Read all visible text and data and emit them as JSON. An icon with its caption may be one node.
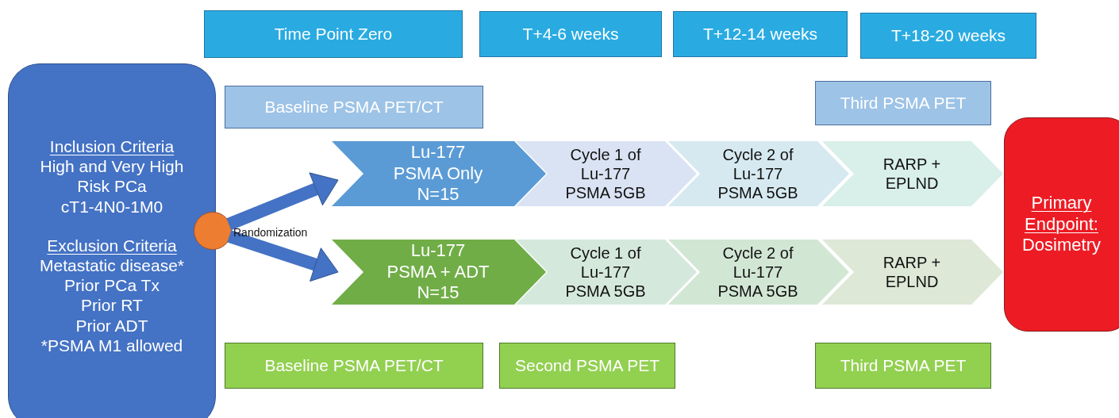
{
  "diagram": {
    "nodes": [
      {
        "text": [
          "Time Point Zero"
        ]
      },
      {
        "text": [
          "T+4-6 weeks"
        ]
      },
      {
        "text": [
          "T+12-14 weeks"
        ]
      },
      {
        "text": [
          "T+18-20 weeks"
        ]
      },
      {
        "text": [
          "Baseline PSMA PET/CT"
        ]
      },
      {
        "text": [
          "Third PSMA PET"
        ]
      },
      {
        "text": [
          "Inclusion Criteria",
          "High and Very High Risk PCa",
          "cT1-4N0-1M0",
          "Exclusion Criteria",
          "Metastatic disease*",
          "Prior PCa Tx",
          "Prior RT",
          "Prior ADT",
          "*PSMA M1 allowed"
        ]
      },
      {
        "text": [],
        "shape": "circle",
        "beside": [
          "Randomization"
        ]
      },
      {
        "text": [
          "Lu-177 PSMA Only N=15"
        ]
      },
      {
        "text": [
          "Cycle 1 of Lu-177 PSMA 5GB"
        ]
      },
      {
        "text": [
          "Cycle 2 of Lu-177 PSMA 5GB"
        ]
      },
      {
        "text": [
          "RARP + EPLND"
        ]
      },
      {
        "text": [
          "Lu-177 PSMA + ADT N=15"
        ]
      },
      {
        "text": [
          "Cycle 1 of Lu-177 PSMA 5GB"
        ]
      },
      {
        "text": [
          "Cycle 2 of Lu-177 PSMA 5GB"
        ]
      },
      {
        "text": [
          "RARP + EPLND"
        ]
      },
      {
        "text": [
          "Primary Endpoint:",
          "Dosimetry"
        ]
      },
      {
        "text": [
          "Baseline PSMA PET/CT"
        ]
      },
      {
        "text": [
          "Second PSMA PET"
        ]
      },
      {
        "text": [
          "Third PSMA PET"
        ]
      }
    ],
    "edges": [
      {
        "from": 7,
        "to": 8,
        "arrow": "to"
      },
      {
        "from": 7,
        "to": 12,
        "arrow": "to"
      }
    ]
  }
}
